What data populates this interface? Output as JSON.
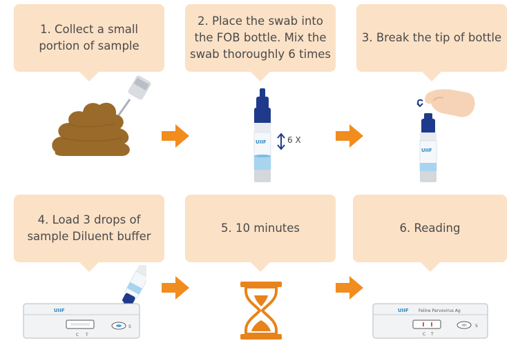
{
  "steps": [
    {
      "text": "1. Collect a small\nportion of sample"
    },
    {
      "text": "2. Place the swab into\nthe FOB bottle. Mix the\nswab thoroughly 6 times"
    },
    {
      "text": "3. Break the tip of bottle"
    },
    {
      "text": "4. Load 3 drops  of\nsample Diluent buffer"
    },
    {
      "text": "5. 10 minutes"
    },
    {
      "text": "6. Reading"
    }
  ],
  "labels": {
    "mix_count": "6 X",
    "brand": "UIIF",
    "cassette_product": "Feline Parvovirus Ag",
    "cassette_c": "C",
    "cassette_t": "T",
    "cassette_s": "S"
  },
  "colors": {
    "bubble": "#fbe1c6",
    "arrow": "#f18c1e",
    "bottle_cap": "#1f3a8a",
    "sample": "#9a6a2a",
    "hourglass": "#e8831b",
    "liquid": "#a8d4ef"
  },
  "icons": [
    "poop-sample-icon",
    "swab-icon",
    "fob-bottle-icon",
    "hand-icon",
    "hourglass-icon",
    "test-cassette-icon",
    "arrow-right-icon"
  ]
}
